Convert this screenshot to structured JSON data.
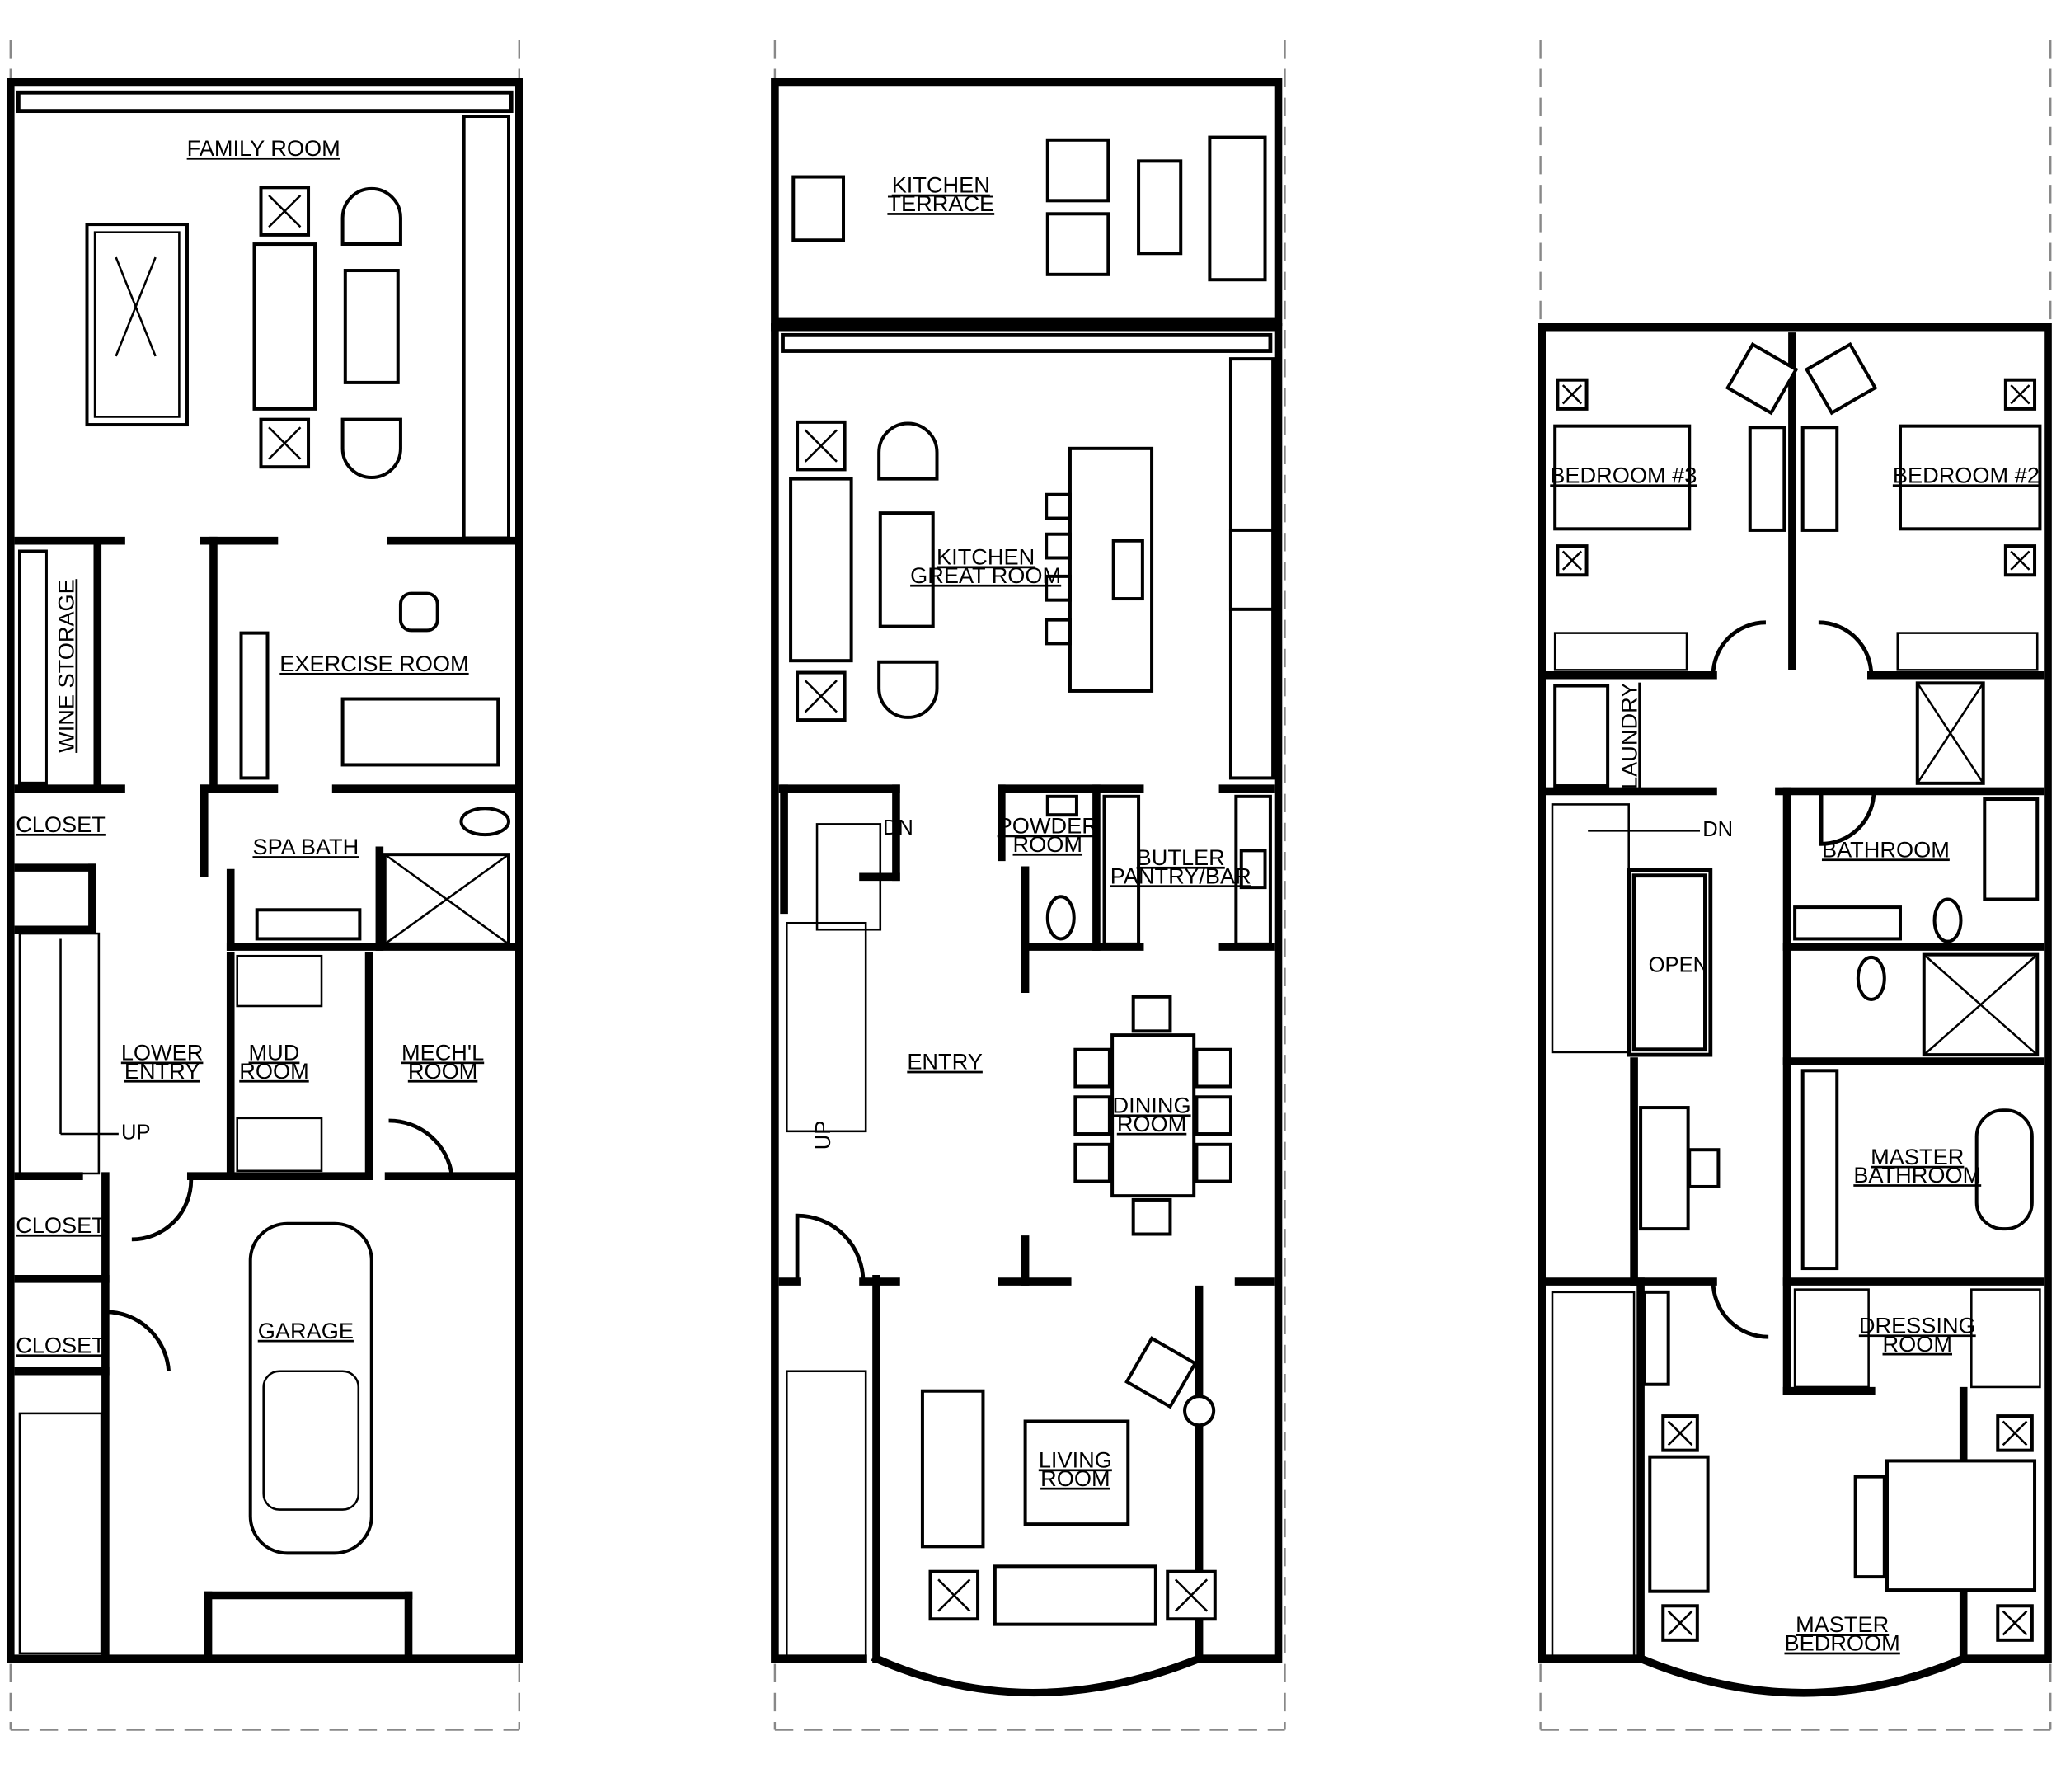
{
  "rooms": {
    "family_room": "FAMILY ROOM",
    "wine_storage": "WINE STORAGE",
    "exercise_room": "EXERCISE ROOM",
    "closet_1": "CLOSET",
    "spa_bath": "SPA BATH",
    "lower_entry_1": "LOWER",
    "lower_entry_2": "ENTRY",
    "mud_room_1": "MUD",
    "mud_room_2": "ROOM",
    "mechl_room_1": "MECH'L",
    "mechl_room_2": "ROOM",
    "closet_2": "CLOSET",
    "closet_3": "CLOSET",
    "garage": "GARAGE",
    "up_1": "UP",
    "kitchen_terrace_1": "KITCHEN",
    "kitchen_terrace_2": "TERRACE",
    "kitchen_great_room_1": "KITCHEN",
    "kitchen_great_room_2": "GREAT ROOM",
    "dn_1": "DN",
    "powder_room_1": "POWDER",
    "powder_room_2": "ROOM",
    "butler_pantry_1": "BUTLER",
    "butler_pantry_2": "PANTRY/BAR",
    "entry": "ENTRY",
    "dining_room_1": "DINING",
    "dining_room_2": "ROOM",
    "up_2": "UP",
    "living_room_1": "LIVING",
    "living_room_2": "ROOM",
    "bedroom_3": "BEDROOM #3",
    "bedroom_2": "BEDROOM #2",
    "laundry": "LAUNDRY",
    "dn_2": "DN",
    "bathroom": "BATHROOM",
    "open": "OPEN",
    "master_bathroom_1": "MASTER",
    "master_bathroom_2": "BATHROOM",
    "dressing_room_1": "DRESSING",
    "dressing_room_2": "ROOM",
    "master_bedroom_1": "MASTER",
    "master_bedroom_2": "BEDROOM"
  }
}
